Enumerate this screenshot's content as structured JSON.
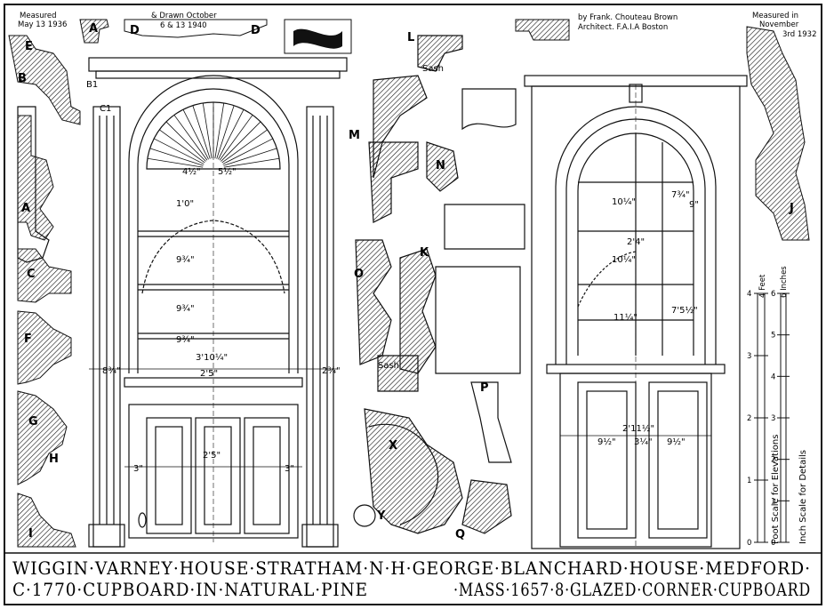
{
  "header": {
    "measured_left": [
      "Measured",
      "May 13 1936"
    ],
    "drawn": [
      "& Drawn October",
      "6 & 13 1940"
    ],
    "author": [
      "by Frank. Chouteau Brown",
      "Architect. F.A.I.A Boston"
    ],
    "measured_right": [
      "Measured in",
      "November",
      "3rd 1932"
    ]
  },
  "title": {
    "line1": "WIGGIN·VARNEY·HOUSE·STRATHAM·N·H·GEORGE·BLANCHARD·HOUSE·MEDFORD·",
    "line2_left": "C·1770·CUPBOARD·IN·NATURAL·PINE",
    "line2_right": "·MASS·1657·8·GLAZED·CORNER·CUPBOARD"
  },
  "section_labels": {
    "A_top": "A",
    "A_side": "A",
    "B": "B",
    "B1": "B1",
    "C": "C",
    "C1": "C1",
    "D_left": "D",
    "D_right": "D",
    "E": "E",
    "F": "F",
    "G": "G",
    "H": "H",
    "I": "I",
    "L": "L",
    "M": "M",
    "N": "N",
    "K": "K",
    "O": "O",
    "P": "P",
    "Q": "Q",
    "X": "X",
    "Y": "Y",
    "J": "J",
    "sash1": "Sash",
    "sash2": "Sash"
  },
  "dims_left": {
    "d1": "3'10¼\"",
    "d2": "2'5\"",
    "d3": "2'5\"",
    "d4": "1'0\"",
    "d5": "9¾\"",
    "d6": "9¾\"",
    "d7": "9¾\"",
    "d8": "3\"",
    "d9": "3\"",
    "d10": "4½\"",
    "d11": "5½\"",
    "d12": "8¾\"",
    "d13": "2¾\""
  },
  "dims_right": {
    "r1": "2'4\"",
    "r2": "2'11½\"",
    "r3": "9½\"",
    "r4": "9½\"",
    "r5": "7¾\"",
    "r6": "9\"",
    "r7": "10¼\"",
    "r8": "10¼\"",
    "r9": "11¼\"",
    "r10": "7'5½\"",
    "r11": "3¼\""
  },
  "scale": {
    "feet": "4 Feet",
    "inches": "6 Inches",
    "foot_caption": "Foot Scale for Elevations",
    "inch_caption": "Inch Scale for Details",
    "ticks_feet": [
      "0",
      "1",
      "2",
      "3",
      "4"
    ],
    "ticks_in": [
      "0",
      "1",
      "2",
      "3",
      "4",
      "5",
      "6"
    ]
  }
}
